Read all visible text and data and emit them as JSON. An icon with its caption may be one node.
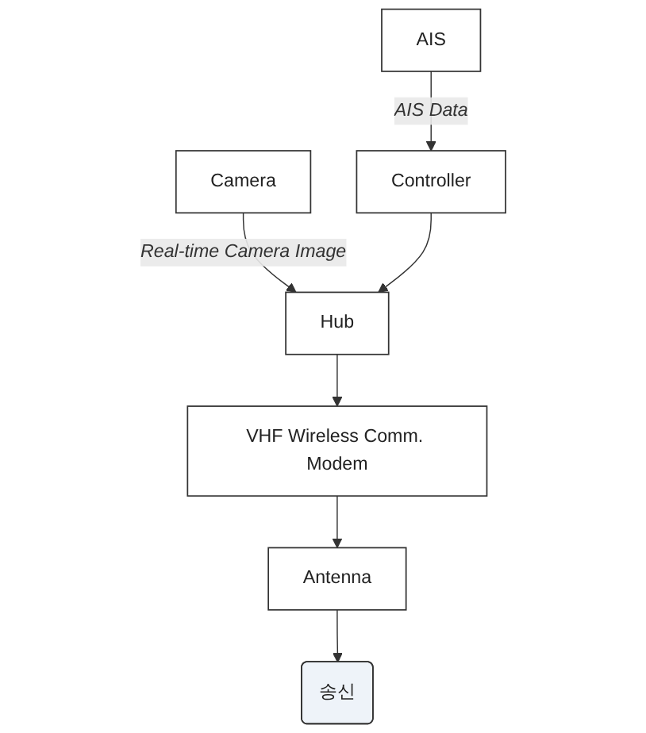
{
  "diagram": {
    "nodes": [
      {
        "text": [
          "AIS"
        ]
      },
      {
        "text": [
          "Camera"
        ]
      },
      {
        "text": [
          "Controller"
        ]
      },
      {
        "text": [
          "Hub"
        ]
      },
      {
        "text": [
          "VHF Wireless Comm. Modem"
        ]
      },
      {
        "text": [
          "Antenna"
        ]
      },
      {
        "text": [
          "송신"
        ]
      }
    ],
    "edges": [
      {
        "from": 0,
        "to": 2,
        "arrow": "to",
        "label": "AIS Data"
      },
      {
        "from": 1,
        "to": 3,
        "arrow": "to",
        "label": "Real-time Camera Image"
      },
      {
        "from": 2,
        "to": 3,
        "arrow": "to"
      },
      {
        "from": 3,
        "to": 4,
        "arrow": "to"
      },
      {
        "from": 4,
        "to": 5,
        "arrow": "to"
      },
      {
        "from": 5,
        "to": 6,
        "arrow": "to"
      }
    ]
  }
}
